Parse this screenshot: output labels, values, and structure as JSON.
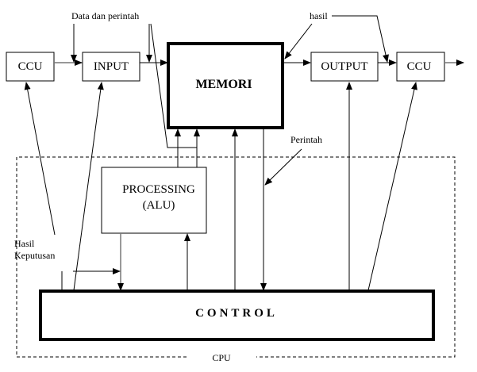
{
  "diagram": {
    "title": "CPU",
    "nodes": {
      "ccu_left": {
        "label": "CCU"
      },
      "input": {
        "label": "INPUT"
      },
      "memori": {
        "label": "MEMORI"
      },
      "output": {
        "label": "OUTPUT"
      },
      "ccu_right": {
        "label": "CCU"
      },
      "processing": {
        "label_line1": "PROCESSING",
        "label_line2": "(ALU)"
      },
      "control": {
        "label": "CONTROL"
      }
    },
    "annotations": {
      "data_perintah": "Data dan perintah",
      "hasil": "hasil",
      "perintah": "Perintah",
      "hasil_keputusan_line1": "Hasil",
      "hasil_keputusan_line2": "Keputusan",
      "cpu": "CPU"
    },
    "edges": [
      {
        "from": "CCU",
        "to": "INPUT"
      },
      {
        "from": "INPUT",
        "to": "MEMORI"
      },
      {
        "from": "MEMORI",
        "to": "OUTPUT"
      },
      {
        "from": "OUTPUT",
        "to": "CCU"
      },
      {
        "from": "CCU",
        "to": "external"
      },
      {
        "from": "PROCESSING",
        "to": "MEMORI"
      },
      {
        "from": "CONTROL",
        "to": "MEMORI"
      },
      {
        "from": "MEMORI",
        "to": "CONTROL"
      },
      {
        "from": "PROCESSING",
        "to": "CONTROL"
      },
      {
        "from": "CONTROL",
        "to": "PROCESSING"
      },
      {
        "from": "CONTROL",
        "to": "CCU"
      },
      {
        "from": "CONTROL",
        "to": "INPUT"
      },
      {
        "from": "CONTROL",
        "to": "OUTPUT"
      },
      {
        "from": "CONTROL",
        "to": "CCU"
      }
    ]
  }
}
